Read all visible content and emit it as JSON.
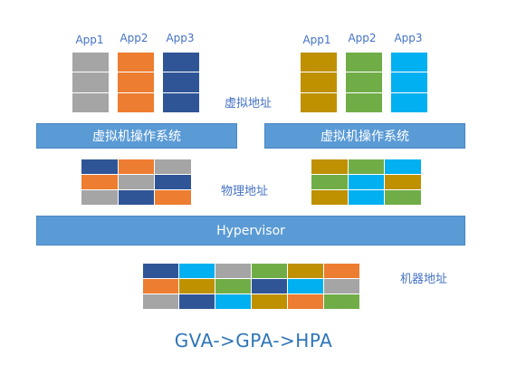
{
  "colors": {
    "gray": "#a5a5a5",
    "orange": "#ed7d31",
    "navy": "#2f5597",
    "gold": "#bf9000",
    "green": "#70ad47",
    "cyan": "#00b0f0",
    "bar": "#5b9bd5",
    "text": "#4472c4"
  },
  "left_guest": {
    "apps": [
      {
        "label": "App1",
        "color": "gray"
      },
      {
        "label": "App2",
        "color": "orange"
      },
      {
        "label": "App3",
        "color": "navy"
      }
    ],
    "os_label": "虚拟机操作系统",
    "physical_grid": [
      [
        "navy",
        "orange",
        "gray"
      ],
      [
        "orange",
        "gray",
        "navy"
      ],
      [
        "gray",
        "navy",
        "orange"
      ]
    ]
  },
  "right_guest": {
    "apps": [
      {
        "label": "App1",
        "color": "gold"
      },
      {
        "label": "App2",
        "color": "green"
      },
      {
        "label": "App3",
        "color": "cyan"
      }
    ],
    "os_label": "虚拟机操作系统",
    "physical_grid": [
      [
        "gold",
        "green",
        "cyan"
      ],
      [
        "green",
        "cyan",
        "gold"
      ],
      [
        "gold",
        "cyan",
        "green"
      ]
    ]
  },
  "labels": {
    "virtual_address": "虚拟地址",
    "physical_address": "物理地址",
    "machine_address": "机器地址"
  },
  "hypervisor_label": "Hypervisor",
  "machine_grid": [
    [
      "navy",
      "cyan",
      "gray",
      "green",
      "gold",
      "orange"
    ],
    [
      "orange",
      "gold",
      "green",
      "navy",
      "cyan",
      "gray"
    ],
    [
      "gray",
      "navy",
      "cyan",
      "gold",
      "orange",
      "green"
    ]
  ],
  "title": "GVA->GPA->HPA"
}
